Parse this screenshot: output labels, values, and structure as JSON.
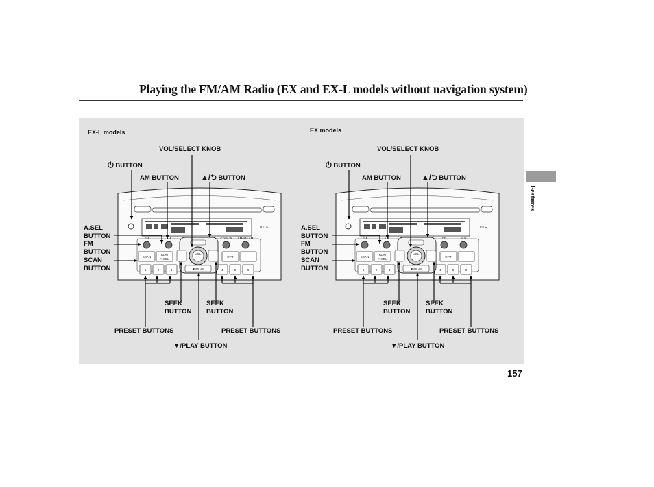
{
  "page": {
    "title": "Playing the FM/AM Radio (EX and EX-L models without navigation system)",
    "section_tab": "Features",
    "page_number": "157"
  },
  "left": {
    "model": "EX-L models",
    "vol_select_knob": "VOL/SELECT KNOB",
    "power_button": "BUTTON",
    "am_button": "AM BUTTON",
    "title_button": "BUTTON",
    "asel": "A.SEL",
    "asel_button": "BUTTON",
    "fm": "FM",
    "fm_button": "BUTTON",
    "scan": "SCAN",
    "scan_button": "BUTTON",
    "seek_left": "SEEK",
    "seek_left_button": "BUTTON",
    "seek_right": "SEEK",
    "seek_right_button": "BUTTON",
    "preset_left": "PRESET BUTTONS",
    "preset_right": "PRESET BUTTONS",
    "play_button": "BUTTON",
    "play_prefix": "▼/PLAY",
    "aux_key": "CD/AUX",
    "xm_key": "XM/AM AM"
  },
  "right": {
    "model": "EX models",
    "vol_select_knob": "VOL/SELECT KNOB",
    "power_button": "BUTTON",
    "am_button": "AM BUTTON",
    "title_button": "BUTTON",
    "asel": "A.SEL",
    "asel_button": "BUTTON",
    "fm": "FM",
    "fm_button": "BUTTON",
    "scan": "SCAN",
    "scan_button": "BUTTON",
    "seek_left": "SEEK",
    "seek_left_button": "BUTTON",
    "seek_right": "SEEK",
    "seek_right_button": "BUTTON",
    "preset_left": "PRESET BUTTONS",
    "preset_right": "PRESET BUTTONS",
    "play_button": "BUTTON",
    "play_prefix": "▼/PLAY",
    "aux_key": "CD",
    "xm_key": "AUX"
  },
  "unit_keys": {
    "fm": "FM",
    "am": "AM",
    "scan": "SCAN",
    "rdm": "RDM",
    "asel": "A.SEL",
    "rpt": "RPT",
    "play": "▼/PLAY",
    "vol": "VOL",
    "title": "TITLE",
    "presets": [
      "1",
      "2",
      "3",
      "4",
      "5",
      "6"
    ]
  },
  "icons": {
    "power": "power-symbol-icon",
    "title_up": "up-arrow-return-icon"
  }
}
